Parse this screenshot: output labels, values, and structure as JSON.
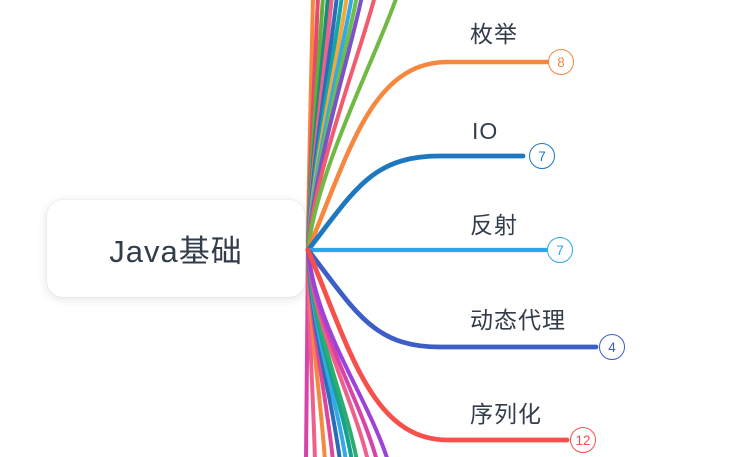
{
  "app": {
    "background": "#ffffff"
  },
  "root": {
    "label": "Java基础",
    "text_color": "#333c4b",
    "fill": "#ffffff"
  },
  "branches": [
    {
      "label": "枚举",
      "count": "8",
      "color": "#f5873f"
    },
    {
      "label": "IO",
      "count": "7",
      "color": "#1e78c0"
    },
    {
      "label": "反射",
      "count": "7",
      "color": "#29a9ea"
    },
    {
      "label": "动态代理",
      "count": "4",
      "color": "#3d5ec6"
    },
    {
      "label": "序列化",
      "count": "12",
      "color": "#f7504b"
    }
  ],
  "offscreen_branch_lines": {
    "top_colors": [
      "#f5873f",
      "#e8486b",
      "#5fae3f",
      "#1e8a7a",
      "#f0608c",
      "#2b6cb8",
      "#16a5a5",
      "#f2a93b",
      "#34a9e6",
      "#6cbe4b",
      "#7b52c8",
      "#f05c6e",
      "#6fb944"
    ],
    "bottom_colors": [
      "#d843a8",
      "#f0608c",
      "#f5873f",
      "#e0459e",
      "#2b6cb8",
      "#34a9e6",
      "#16a08f",
      "#2bad6e",
      "#f0608c",
      "#d843a8",
      "#9c43d8"
    ]
  }
}
